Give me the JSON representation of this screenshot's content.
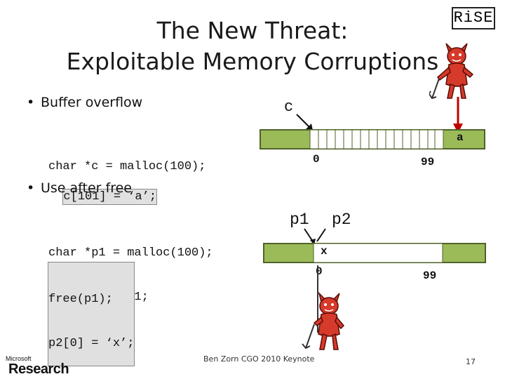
{
  "title": {
    "line1": "The New Threat:",
    "line2": "Exploitable Memory Corruptions"
  },
  "logo": {
    "rise": "RiSE",
    "ms_top": "Microsoft",
    "ms_bottom": "Research"
  },
  "section1": {
    "bullet": "Buffer overflow",
    "code": [
      "char *c = malloc(100);",
      "c[101] = ‘a’;"
    ],
    "pointer_label": "c",
    "cell_value": "a",
    "index_start": "0",
    "index_end": "99"
  },
  "section2": {
    "bullet": "Use after free",
    "code": [
      "char *p1 = malloc(100);",
      "char *p2 = p1;"
    ],
    "code_free": [
      "free(p1);",
      "p2[0] = ‘x’;"
    ],
    "pointer1_label": "p1",
    "pointer2_label": "p2",
    "cell_value": "x",
    "index_start": "0",
    "index_end": "99"
  },
  "footer": {
    "credit": "Ben Zorn CGO 2010 Keynote",
    "page": "17"
  },
  "colors": {
    "block_fill": "#9bbb59",
    "block_border": "#4f6228",
    "arrow": "#c00000",
    "devil": "#d63a2a"
  },
  "icons": [
    "devil-icon",
    "pitchfork-icon",
    "arrow-icon"
  ]
}
